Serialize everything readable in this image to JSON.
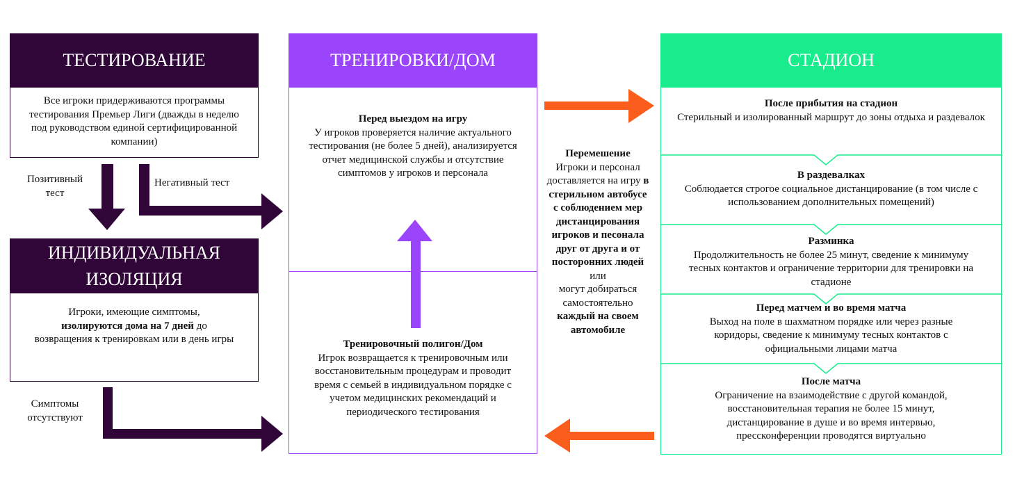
{
  "colors": {
    "dark": "#2f0637",
    "purple": "#9a45fb",
    "green": "#18ec8d",
    "orange": "#fb5d1d"
  },
  "testing": {
    "title": "ТЕСТИРОВАНИЕ",
    "text": "Все игроки придерживаются программы тестирования Премьер Лиги (дважды в неделю под руководством единой сертифицированной компании)"
  },
  "labels": {
    "positive": "Позитивный тест",
    "negative": "Негативный тест",
    "no_symptoms": "Симптомы отсутствуют"
  },
  "isolation": {
    "title_line1": "ИНДИВИДУАЛЬНАЯ",
    "title_line2": "ИЗОЛЯЦИЯ",
    "text_pre": "Игроки, имеющие симптомы,",
    "text_bold": "изолируются дома на 7 дней",
    "text_post": "до возвращения к тренировкам или в день игры"
  },
  "training": {
    "title": "ТРЕНИРОВКИ/ДОМ",
    "top": {
      "heading": "Перед выездом на игру",
      "text": "У игроков проверяется наличие актуального тестирования (не более 5 дней), анализируется отчет медицинской службы и отсутствие симптомов у игроков и персонала"
    },
    "bottom": {
      "heading": "Тренировочный полигон/Дом",
      "text": "Игрок возвращается к тренировочным или восстановительным процедурам и проводит время с семьей в индивидуальном порядке с учетом медицинских рекомендаций и периодического тестирования"
    }
  },
  "transfer": {
    "heading": "Перемешение",
    "text1": "Игроки и персонал доставляется на игру",
    "bold1": "в стерильном автобусе с соблюдением мер дистанцирования игроков и песонала друг от друга и от посторонних людей",
    "or": "или",
    "text2": "могут добираться самостоятельно",
    "bold2": "каждый на своем автомобиле"
  },
  "stadium": {
    "title": "СТАДИОН",
    "sections": [
      {
        "heading": "После прибытия на стадион",
        "text": "Стерильный и изолированный маршрут до зоны отдыха и раздевалок"
      },
      {
        "heading": "В раздевалках",
        "text": "Соблюдается строгое социальное дистанцирование (в том числе с использованием дополнительных помещений)"
      },
      {
        "heading": "Разминка",
        "text": "Продолжительность не более 25 минут, сведение к минимуму тесных контактов и ограничение территории для тренировки на стадионе"
      },
      {
        "heading": "Перед матчем и во время матча",
        "text": "Выход на поле в шахматном порядке или через разные коридоры, сведение к минимуму тесных контактов с официальными лицами матча"
      },
      {
        "heading": "После матча",
        "text": "Ограничение на взаимодействие с другой командой, восстановительная терапия не более 15 минут, дистанцирование в душе и во время интервью, прессконференции проводятся виртуально"
      }
    ]
  }
}
